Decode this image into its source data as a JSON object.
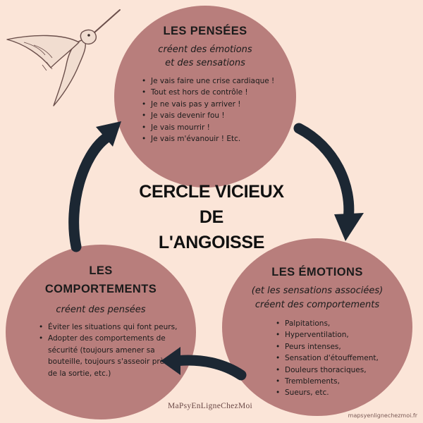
{
  "center_title": {
    "line1": "CERCLE VICIEUX",
    "line2": "DE",
    "line3": "L'ANGOISSE"
  },
  "thoughts": {
    "heading": "LES PENSÉES",
    "subtitle_line1": "créent des émotions",
    "subtitle_line2": "et des sensations",
    "items": [
      "Je vais faire une crise cardiaque !",
      "Tout est hors de contrôle !",
      "Je ne vais pas y arriver !",
      "Je vais devenir fou !",
      "Je vais mourrir !",
      "Je vais m'évanouir ! Etc."
    ]
  },
  "emotions": {
    "heading": "LES ÉMOTIONS",
    "subtitle_line1": "(et les sensations associées)",
    "subtitle_line2": "créent des comportements",
    "items": [
      "Palpitations,",
      "Hyperventilation,",
      "Peurs intenses,",
      "Sensation d'étouffement,",
      "Douleurs thoraciques,",
      "Tremblements,",
      "Sueurs, etc."
    ]
  },
  "behaviors": {
    "heading_line1": "LES",
    "heading_line2": "COMPORTEMENTS",
    "subtitle": "créent des pensées",
    "items": [
      "Éviter les situations qui font peurs,",
      "Adopter des comportements de sécurité (toujours amener sa bouteille, toujours s'asseoir près de la sortie, etc.)"
    ]
  },
  "watermark": "MaPsyEnLigneChezMoi",
  "site": "mapsyenlignechezmoi.fr",
  "colors": {
    "background": "#fbe5d8",
    "circle": "#b87e7c",
    "arrow": "#1c2733",
    "text": "#1b1b1b"
  },
  "icons": {
    "bird": "hummingbird-icon"
  }
}
